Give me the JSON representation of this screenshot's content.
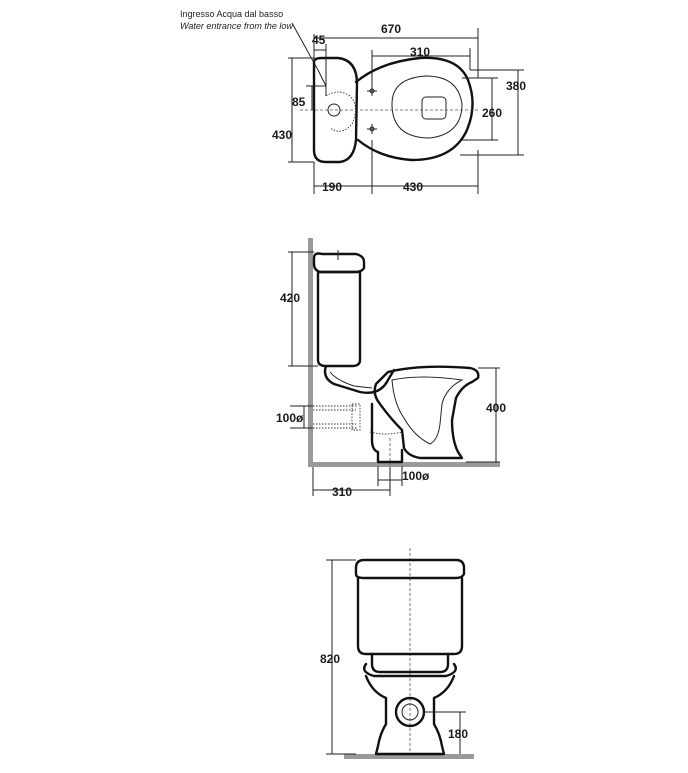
{
  "top_view": {
    "note_it": "Ingresso Acqua dal basso",
    "note_en": "Water entrance from the low",
    "dims": {
      "overall_length": "670",
      "inlet_offset": "45",
      "bowl_to_edge": "310",
      "bowl_width": "380",
      "inlet_height": "85",
      "tank_depth": "430",
      "seat_width": "260",
      "tank_to_axis": "190",
      "axis_to_edge": "430"
    }
  },
  "side_view": {
    "dims": {
      "tank_height": "420",
      "inlet_pipe": "100ø",
      "bowl_height": "400",
      "wall_to_outlet": "310",
      "outlet_pipe": "100ø"
    }
  },
  "front_view": {
    "dims": {
      "total_height": "820",
      "outlet_height": "180"
    }
  }
}
